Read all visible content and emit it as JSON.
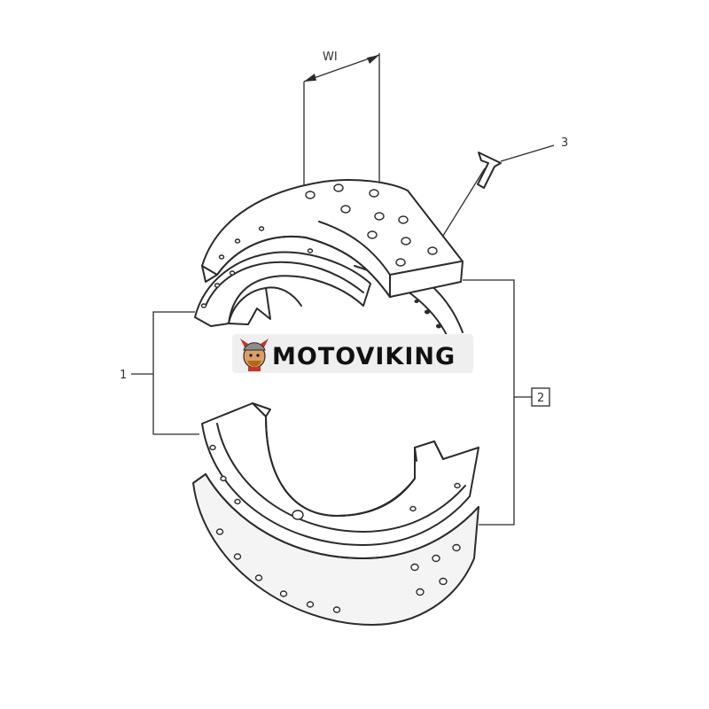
{
  "labels": {
    "dimension": "WI",
    "callout_1": "1",
    "callout_2": "2",
    "callout_3": "3"
  },
  "watermark": {
    "text": "MOTOVIKING",
    "icon": "viking-mascot-icon"
  },
  "colors": {
    "line": "#2b2b2b",
    "watermark_bg": "#efefef",
    "mascot_accent": "#c0392b"
  }
}
